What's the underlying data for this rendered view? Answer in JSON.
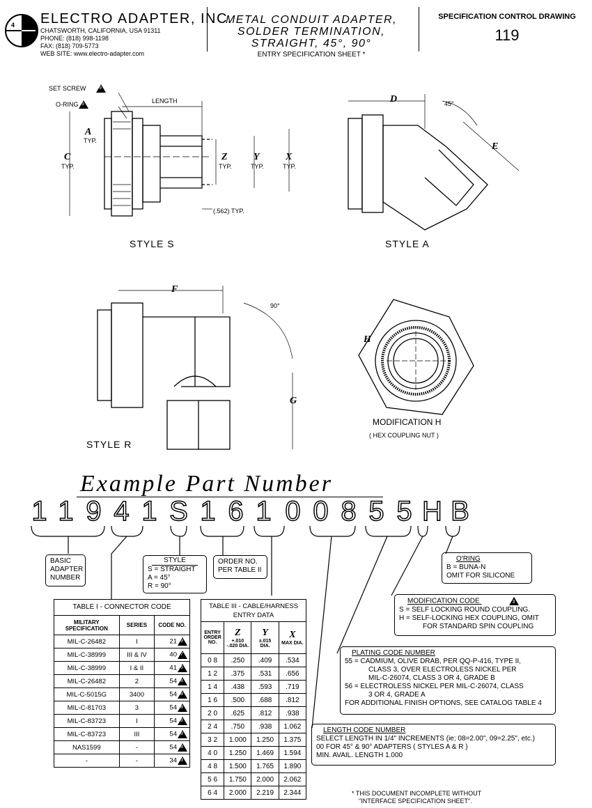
{
  "header": {
    "company": "ELECTRO ADAPTER, INC.",
    "address": "CHATSWORTH, CALIFORNIA, USA 91311",
    "phone": "PHONE: (818) 998-1198",
    "fax": "FAX: (818) 709-5773",
    "web": "WEB SITE: www.electro-adapter.com",
    "title_lines": [
      "METAL CONDUIT ADAPTER,",
      "SOLDER TERMINATION,",
      "STRAIGHT, 45°, 90°"
    ],
    "subtitle": "ENTRY SPECIFICATION SHEET *",
    "scd_label": "SPECIFICATION CONTROL DRAWING",
    "scd_number": "119"
  },
  "drawings": {
    "style_s": {
      "label": "STYLE S",
      "set_screw": "SET SCREW",
      "set_screw_num": "9",
      "o_ring": "O-RING",
      "o_ring_num": "5",
      "length": "LENGTH",
      "a": "A",
      "a_typ": "TYP.",
      "c": "C",
      "c_typ": "TYP.",
      "z": "Z",
      "z_typ": "TYP.",
      "y": "Y",
      "y_typ": "TYP.",
      "x": "X",
      "x_typ": "TYP.",
      "dim_562": "(.562) TYP."
    },
    "style_a": {
      "label": "STYLE A",
      "d": "D",
      "e": "E",
      "angle": "45°"
    },
    "style_r": {
      "label": "STYLE R",
      "f": "F",
      "g": "G",
      "angle": "90°"
    },
    "mod_h": {
      "h": "H",
      "label": "MODIFICATION H",
      "sub": "( HEX COUPLING NUT )"
    }
  },
  "example": {
    "title": "Example Part Number",
    "chars": [
      "1",
      "1",
      "9",
      "4",
      "1",
      "S",
      "1",
      "6",
      "1",
      "0",
      "0",
      "8",
      "5",
      "5",
      "H",
      "B"
    ]
  },
  "boxes": {
    "basic": [
      "BASIC",
      "ADAPTER",
      "NUMBER"
    ],
    "style": {
      "title": "STYLE",
      "lines": [
        "S = STRAIGHT",
        "A = 45°",
        "R = 90°"
      ]
    },
    "order": [
      "ORDER NO.",
      "PER TABLE II"
    ],
    "oring": {
      "title": "O'RING",
      "lines": [
        "B = BUNA-N",
        "OMIT FOR SILICONE"
      ]
    },
    "modification": {
      "title": "MODIFICATION CODE",
      "num": "3",
      "lines": [
        "S = SELF LOCKING ROUND COUPLING.",
        "H = SELF-LOCKING HEX COUPLING, OMIT",
        "FOR STANDARD SPIN COUPLING"
      ]
    },
    "plating": {
      "title": "PLATING CODE NUMBER",
      "lines": [
        "55 = CADMIUM, OLIVE DRAB, PER QQ-P-416, TYPE II,",
        "CLASS 3, OVER ELECTROLESS NICKEL PER",
        "MIL-C-26074, CLASS 3 OR 4, GRADE B",
        "56 = ELECTROLESS NICKEL PER MIL-C-26074, CLASS",
        "3 OR 4, GRADE A",
        "FOR ADDITIONAL FINISH OPTIONS, SEE CATALOG TABLE 4"
      ]
    },
    "length": {
      "title": "LENGTH CODE NUMBER",
      "lines": [
        "SELECT LENGTH IN 1/4\" INCREMENTS (ie; 08=2.00\", 09=2.25\", etc.)",
        "00 FOR 45° & 90° ADAPTERS ( STYLES A & R )",
        "MIN. AVAIL. LENGTH 1.000"
      ]
    }
  },
  "table1": {
    "title": "TABLE I  -  CONNECTOR CODE",
    "headers": [
      "MILITARY SPECIFICATION",
      "SERIES",
      "CODE NO."
    ],
    "rows": [
      [
        "MIL-C-26482",
        "I",
        "21",
        "9"
      ],
      [
        "MIL-C-38999",
        "III & IV",
        "40",
        "7"
      ],
      [
        "MIL-C-38999",
        "I & II",
        "41",
        "6"
      ],
      [
        "MIL-C-26482",
        "2",
        "54",
        "8"
      ],
      [
        "MIL-C-5015G",
        "3400",
        "54",
        "8"
      ],
      [
        "MIL-C-81703",
        "3",
        "54",
        "8"
      ],
      [
        "MIL-C-83723",
        "I",
        "54",
        "8"
      ],
      [
        "MIL-C-83723",
        "III",
        "54",
        "8"
      ],
      [
        "NAS1599",
        "-",
        "54",
        "8"
      ],
      [
        "-",
        "-",
        "34",
        "3"
      ]
    ]
  },
  "table3": {
    "title": "TABLE III  -  CABLE/HARNESS",
    "subtitle": "ENTRY DATA",
    "headers": [
      {
        "main": "ENTRY ORDER NO.",
        "sub": ""
      },
      {
        "main": "Z",
        "sub": "+.010 -.020 DIA."
      },
      {
        "main": "Y",
        "sub": "±.015 DIA."
      },
      {
        "main": "X",
        "sub": "MAX DIA."
      }
    ],
    "rows": [
      [
        "0 8",
        ".250",
        ".409",
        ".534"
      ],
      [
        "1 2",
        ".375",
        ".531",
        ".656"
      ],
      [
        "1 4",
        ".438",
        ".593",
        ".719"
      ],
      [
        "1 6",
        ".500",
        ".688",
        ".812"
      ],
      [
        "2 0",
        ".625",
        ".812",
        ".938"
      ],
      [
        "2 4",
        ".750",
        ".938",
        "1.062"
      ],
      [
        "3 2",
        "1.000",
        "1.250",
        "1.375"
      ],
      [
        "4 0",
        "1.250",
        "1.469",
        "1.594"
      ],
      [
        "4 8",
        "1.500",
        "1.765",
        "1.890"
      ],
      [
        "5 6",
        "1.750",
        "2.000",
        "2.062"
      ],
      [
        "6 4",
        "2.000",
        "2.219",
        "2.344"
      ]
    ]
  },
  "footnote": [
    "* THIS DOCUMENT INCOMPLETE WITHOUT",
    "\"INTERFACE SPECIFICATION SHEET\"."
  ]
}
